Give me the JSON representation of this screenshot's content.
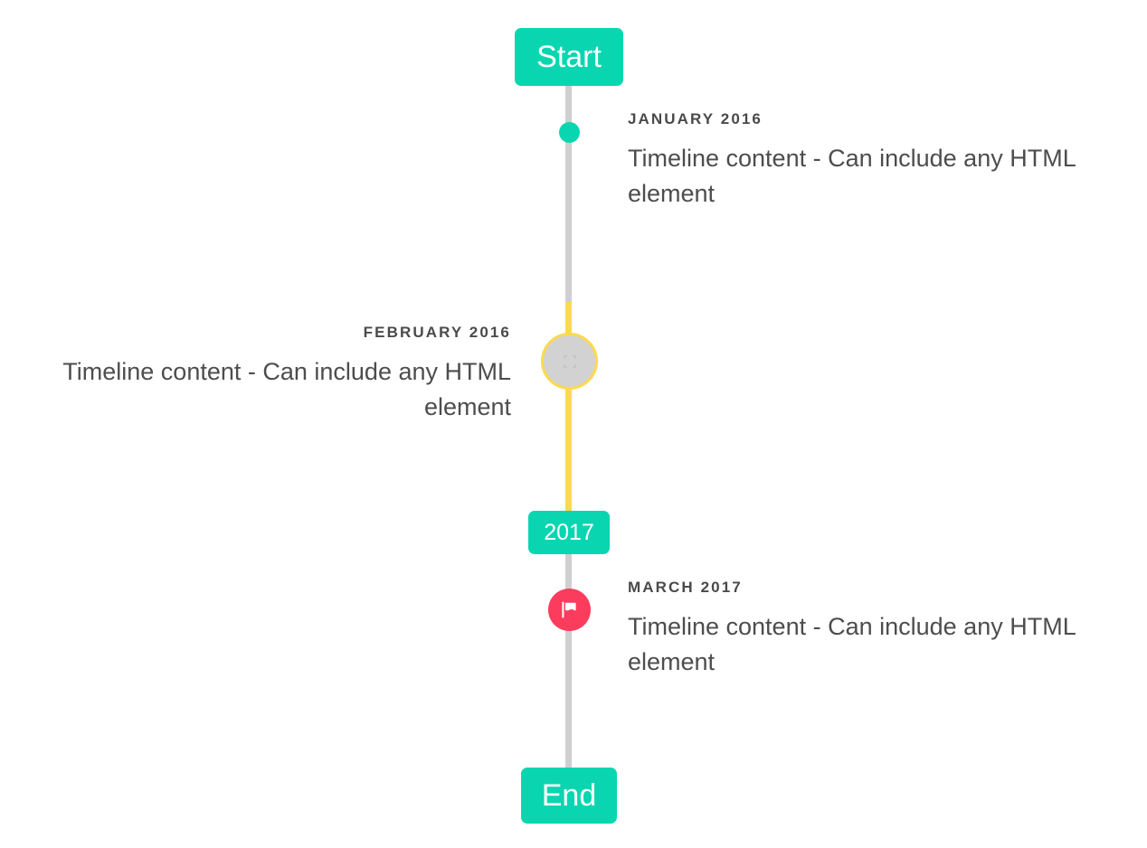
{
  "colors": {
    "accent_green": "#09d6b0",
    "accent_yellow": "#fcd94f",
    "accent_pink": "#fb3c5d",
    "line_gray": "#cfcfcf",
    "marker_gray": "#d2d2d2",
    "text": "#4d4d4d",
    "background": "#ffffff"
  },
  "timeline": {
    "start_label": "Start",
    "mid_label": "2017",
    "end_label": "End",
    "events": [
      {
        "id": "january-2016",
        "date": "JANUARY 2016",
        "text": "Timeline content - Can include any HTML element",
        "side": "right",
        "marker": "dot",
        "marker_icon": "",
        "marker_color": "#09d6b0"
      },
      {
        "id": "february-2016",
        "date": "FEBRUARY 2016",
        "text": "Timeline content - Can include any HTML element",
        "side": "left",
        "marker": "badge",
        "marker_icon": "broken-image-icon",
        "marker_color": "#d2d2d2"
      },
      {
        "id": "march-2017",
        "date": "MARCH 2017",
        "text": "Timeline content - Can include any HTML element",
        "side": "right",
        "marker": "flag",
        "marker_icon": "flag-icon",
        "marker_color": "#fb3c5d"
      }
    ]
  }
}
